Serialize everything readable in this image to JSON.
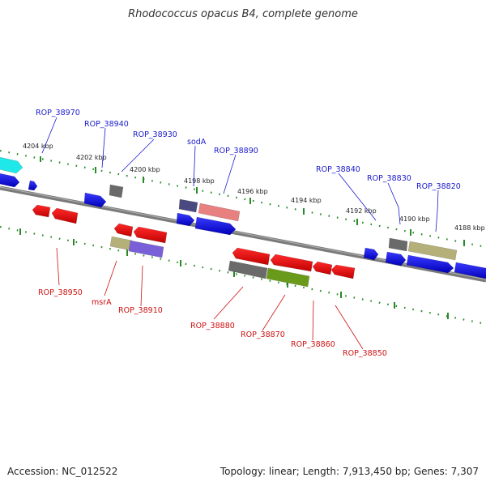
{
  "header": {
    "title": "Rhodococcus opacus B4, complete genome"
  },
  "footer": {
    "accession": "Accession: NC_012522",
    "topology": "Topology: linear; Length: 7,913,450 bp; Genes: 7,307"
  },
  "ticks": [
    "4204 kbp",
    "4202 kbp",
    "4200 kbp",
    "4198 kbp",
    "4196 kbp",
    "4194 kbp",
    "4192 kbp",
    "4190 kbp",
    "4188 kbp"
  ],
  "forward_labels": [
    "ROP_38970",
    "ROP_38940",
    "ROP_38930",
    "sodA",
    "ROP_38890",
    "ROP_38840",
    "ROP_38830",
    "ROP_38820"
  ],
  "reverse_labels": [
    "ROP_38950",
    "msrA",
    "ROP_38910",
    "ROP_38880",
    "ROP_38870",
    "ROP_38860",
    "ROP_38850"
  ],
  "colors": {
    "forward_label": "#1a1acc",
    "reverse_label": "#cc1111",
    "tick": "#2a8a2a",
    "axis": "#7a7a7a"
  }
}
